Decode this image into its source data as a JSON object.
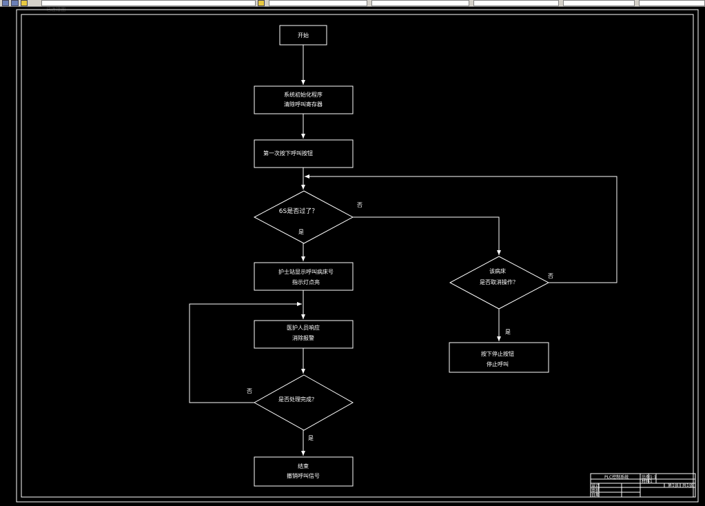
{
  "toolbar": {
    "layer_value": "已连接图"
  },
  "flow": {
    "start": "开始",
    "box1": [
      "系统初始化程序",
      "清除呼叫寄存器"
    ],
    "box2": "第一次按下呼叫按钮",
    "dec1": "6S是否过了？",
    "box3": [
      "护士站显示呼叫病床号",
      "指示灯点亮"
    ],
    "box4": [
      "医护人员响应",
      "消除报警"
    ],
    "dec2": "是否处理完成？",
    "end": [
      "结束",
      "撤销呼叫信号"
    ],
    "dec3": [
      "该病床",
      "是否取消操作？"
    ],
    "box5": [
      "按下停止按钮",
      "停止呼叫"
    ],
    "yes": "是",
    "no": "否"
  },
  "title_block": {
    "title": "PLC控制系统",
    "cells": [
      "比例",
      "1:1",
      "材料",
      "1",
      "设计",
      "审核",
      "日期",
      "第1张",
      "共1张"
    ]
  }
}
